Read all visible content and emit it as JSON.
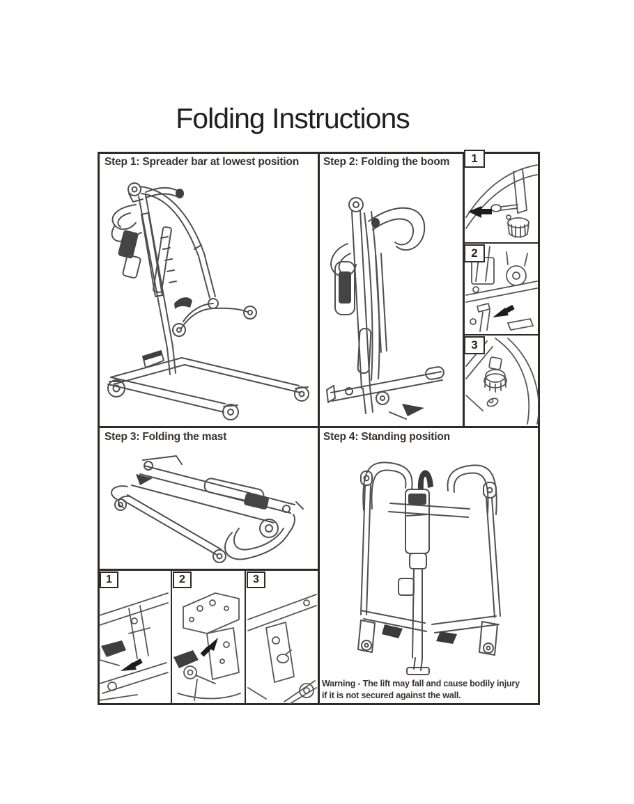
{
  "page": {
    "title": "Folding Instructions"
  },
  "steps": [
    {
      "label": "Step 1: Spreader bar at lowest position"
    },
    {
      "label": "Step 2: Folding the boom"
    },
    {
      "label": "Step 3: Folding the mast"
    },
    {
      "label": "Step 4: Standing position"
    }
  ],
  "boom_detail_callouts": [
    {
      "number": "1"
    },
    {
      "number": "2"
    },
    {
      "number": "3"
    }
  ],
  "mast_detail_callouts": [
    {
      "number": "1"
    },
    {
      "number": "2"
    },
    {
      "number": "3"
    }
  ],
  "warning": {
    "line1": "Warning - The lift may fall and cause bodily injury",
    "line2": "if it is not secured against the wall."
  },
  "colors": {
    "background": "#ffffff",
    "frame_border": "#2e2a26",
    "heading_text": "#3a322c",
    "line_art": "#4f4f4f",
    "arrow_fill": "#1d1d1d"
  }
}
